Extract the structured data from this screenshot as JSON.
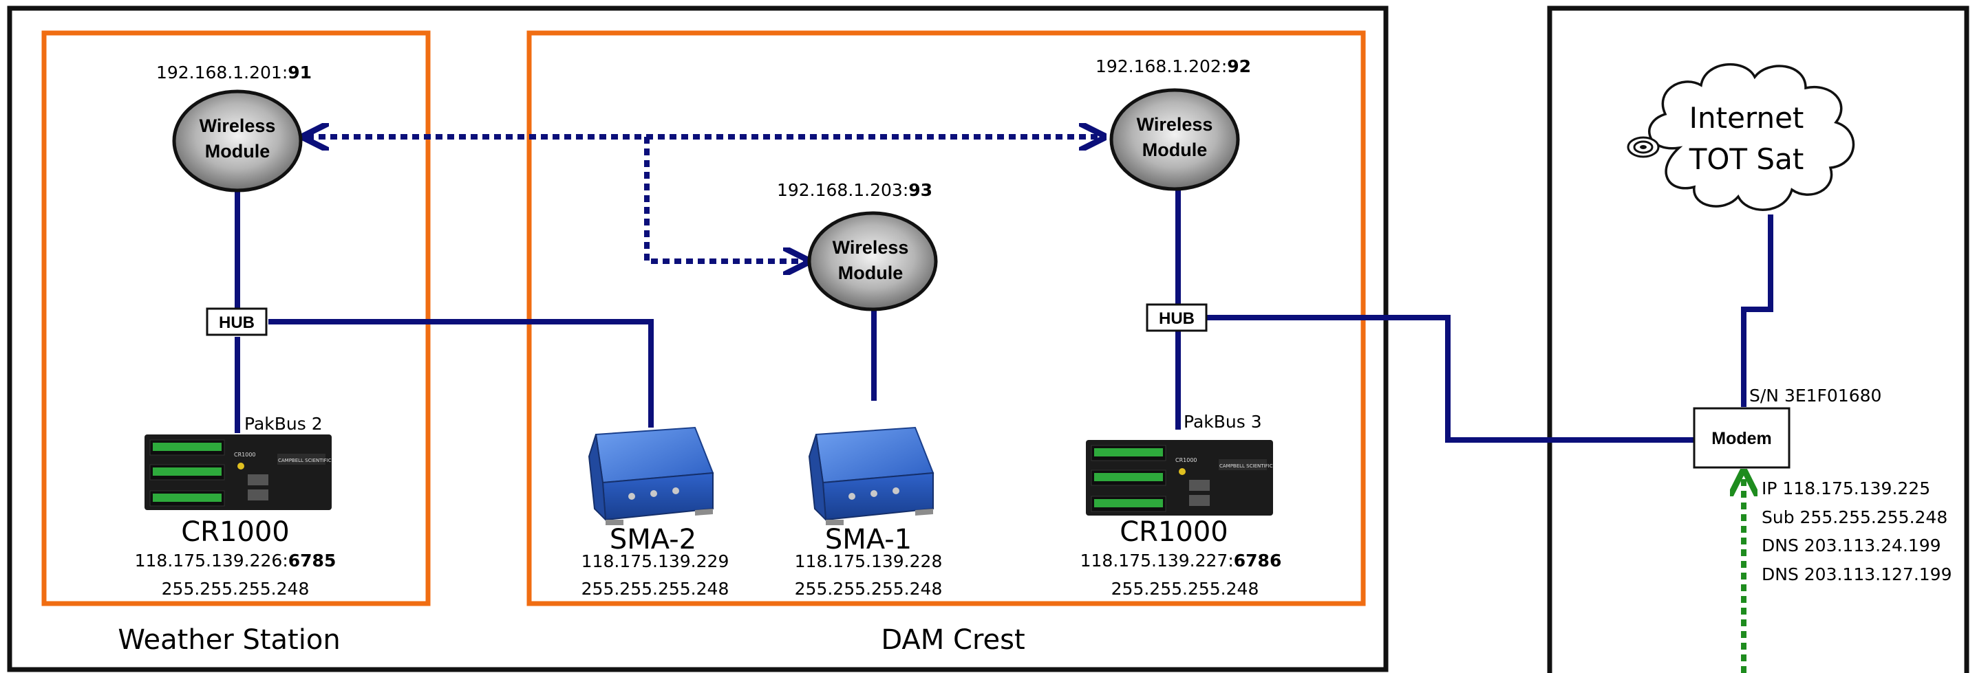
{
  "colors": {
    "frame": "#111111",
    "zone": "#f06d12",
    "wire": "#0b0f7a",
    "wireless_link": "#0b0f7a",
    "satellite_link": "#1e8c1e",
    "module_dark": "#6b6b6b",
    "module_light": "#e6e6e6"
  },
  "zones": {
    "weather_station": "Weather Station",
    "dam_crest": "DAM Crest"
  },
  "wireless_modules": [
    {
      "line1": "Wireless",
      "line2": "Module",
      "ip_prefix": "192.168.1.201:",
      "port": "91"
    },
    {
      "line1": "Wireless",
      "line2": "Module",
      "ip_prefix": "192.168.1.202:",
      "port": "92"
    },
    {
      "line1": "Wireless",
      "line2": "Module",
      "ip_prefix": "192.168.1.203:",
      "port": "93"
    }
  ],
  "hubs": [
    "HUB",
    "HUB"
  ],
  "loggers": [
    {
      "model": "CR1000",
      "pakbus": "PakBus 2",
      "ip_prefix": "118.175.139.226:",
      "port": "6785",
      "mask": "255.255.255.248",
      "panel_label": "CR1000",
      "brand": "CAMPBELL SCIENTIFIC"
    },
    {
      "model": "CR1000",
      "pakbus": "PakBus 3",
      "ip_prefix": "118.175.139.227:",
      "port": "6786",
      "mask": "255.255.255.248",
      "panel_label": "CR1000",
      "brand": "CAMPBELL SCIENTIFIC"
    }
  ],
  "sma_devices": [
    {
      "name": "SMA-2",
      "ip": "118.175.139.229",
      "mask": "255.255.255.248"
    },
    {
      "name": "SMA-1",
      "ip": "118.175.139.228",
      "mask": "255.255.255.248"
    }
  ],
  "cloud": {
    "line1": "Internet",
    "line2": "TOT Sat"
  },
  "modem": {
    "label": "Modem",
    "serial": "S/N 3E1F01680",
    "details": [
      "IP 118.175.139.225",
      "Sub 255.255.255.248",
      "DNS 203.113.24.199",
      "DNS 203.113.127.199"
    ]
  }
}
